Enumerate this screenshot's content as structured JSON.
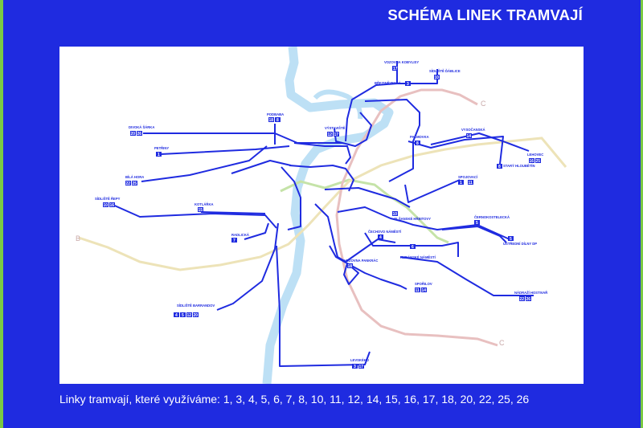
{
  "header": {
    "title": "SCHÉMA LINEK TRAMVAJÍ"
  },
  "colors": {
    "background": "#1f2be0",
    "accent_strip": "#7ac943",
    "tram_line": "#1f2be0",
    "river": "#bde0f5",
    "metro_a": "#c5e3a8",
    "metro_b": "#ede3b8",
    "metro_c": "#e8c0c0"
  },
  "map": {
    "metro_labels": {
      "c_top": "C",
      "c_bottom": "C",
      "b_left": "B"
    },
    "stops": [
      {
        "id": "vozovna-kobylisy",
        "name": "VOZOVNA KOBYLISY",
        "lines": [
          "17"
        ]
      },
      {
        "id": "sidliste-dablice",
        "name": "SÍDLIŠTĚ ĎÁBLICE",
        "lines": [
          "10"
        ]
      },
      {
        "id": "brezineveska",
        "name": "BŘEZINĚVESKÁ",
        "lines": [
          "3"
        ]
      },
      {
        "id": "podbaba",
        "name": "PODBABA",
        "lines": [
          "18",
          "8"
        ]
      },
      {
        "id": "divoka-sarka",
        "name": "DIVOKÁ ŠÁRKA",
        "lines": [
          "20",
          "26"
        ]
      },
      {
        "id": "vystaviste",
        "name": "VÝSTAVIŠTĚ",
        "lines": [
          "12",
          "17"
        ]
      },
      {
        "id": "palmovka",
        "name": "PALMOVKA",
        "lines": [
          "8"
        ]
      },
      {
        "id": "vysocanska",
        "name": "VYSOČANSKÁ",
        "lines": [
          "14"
        ]
      },
      {
        "id": "petriny",
        "name": "PETŘINY",
        "lines": [
          "1"
        ]
      },
      {
        "id": "lehovec",
        "name": "LEHOVEC",
        "lines": [
          "16",
          "25"
        ]
      },
      {
        "id": "stary-hloubetin",
        "name": "STARÝ HLOUBĚTÍN",
        "lines": [
          "8"
        ]
      },
      {
        "id": "bila-hora",
        "name": "BÍLÁ HORA",
        "lines": [
          "22",
          "25"
        ]
      },
      {
        "id": "spojovaci",
        "name": "SPOJOVACÍ",
        "lines": [
          "1",
          "11"
        ]
      },
      {
        "id": "sidliste-repy",
        "name": "SÍDLIŠTĚ ŘEPY",
        "lines": [
          "10",
          "16"
        ]
      },
      {
        "id": "kotlarka",
        "name": "KOTLÁŘKA",
        "lines": [
          "15"
        ]
      },
      {
        "id": "olsanske-hrbitovy",
        "name": "OLŠANSKÉ HŘBITOVY",
        "lines": [
          "10"
        ]
      },
      {
        "id": "cernokostelecka",
        "name": "ČERNOKOSTELECKÁ",
        "lines": [
          "5"
        ]
      },
      {
        "id": "radlicka",
        "name": "RADLICKÁ",
        "lines": [
          "7"
        ]
      },
      {
        "id": "cechovo-namesti",
        "name": "ČECHOVO NÁMĚSTÍ",
        "lines": [
          "4"
        ]
      },
      {
        "id": "ustredni-dilny-dp",
        "name": "ÚSTŘEDNÍ DÍLNY DP",
        "lines": [
          "5"
        ]
      },
      {
        "id": "kubanske-namesti",
        "name": "KUBÁNSKÉ NÁMĚSTÍ",
        "lines": [
          "6"
        ]
      },
      {
        "id": "vozovna-pankrac",
        "name": "VOZOVNA PANKRÁC",
        "lines": [
          "18"
        ]
      },
      {
        "id": "sporilov",
        "name": "SPOŘILOV",
        "lines": [
          "11",
          "14"
        ]
      },
      {
        "id": "nadrazi-hostivar",
        "name": "NÁDRAŽÍ HOSTIVAŘ",
        "lines": [
          "22",
          "26"
        ]
      },
      {
        "id": "sidliste-barrandov",
        "name": "SÍDLIŠTĚ BARRANDOV",
        "lines": [
          "4",
          "5",
          "12",
          "20"
        ]
      },
      {
        "id": "levskeho",
        "name": "LEVSKÉHO",
        "lines": [
          "3",
          "17"
        ]
      }
    ]
  },
  "footer": {
    "text": "Linky tramvají, které využíváme: 1, 3, 4, 5, 6, 7, 8, 10, 11, 12, 14, 15, 16, 17, 18, 20, 22, 25, 26"
  }
}
